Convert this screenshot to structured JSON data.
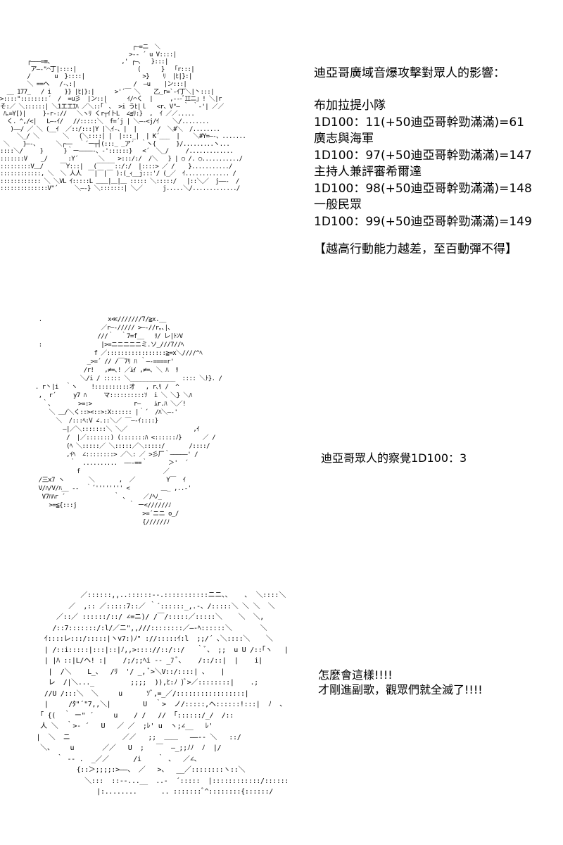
{
  "art": {
    "panel1": "                                       ┌―=ニ￣＼\n                                      >-- ´ u V::::|\n        ┌―――=≡、                    ,' ┌―､   }:::|\n         ア―-\"⌒丁|::::|                  (      }   ｢r:::|\n        /       u  }::::|                 >}    ﾘ  |ﾋ|}:|\n        ＼ ==ヘ   /-､:|                 /  ―u    |ン:::|\n  __ 177_   / i    }} |ﾋ|}:|      >'´￣ ＼    乙_r=`-ｲ丁＼|丶:::|\n>::::\"::::::::´  /  =u彡  |ン::|      ｲ/⌒く  |     ,---ﾞｴｴニ」! ＼|r\nそ:／ ＼::::::| ＼1エエｴﾊ ／＼::｢｀､  >i うﾋ|ｌ   <r、V\"― ｀ ｀-'| ／／\n ﾊ｡=Y[)|     }-r-://   ＼ヽﾘ くr┬ｲ卜L  ∠≦ﾘ:}  ,  ｲ ／／.....\n  く. ^,/<|   L―-ｲ/   //:::::＼  f=´j | ＼―-<j/ｲ    ＼/........\n   )――/ ／ ＼ (__ｲ  ／::/:::|Y |＼ｲ-、|  |      /  ＼#＼  /........\n     ＼_/ ＼       ＼   (＼::::| |  |:::_|  | K´___  |    ＼#Y=―-、.......\n ＼    }―-、     ＼┌――  ｀´ー┬┤(:::_ _ア´  ｀ヽ{      }/.........ヽ...\n::::＼/     }      }｀ー――――‐、-'::::::}   <´  ＼_/     /.............\n:::::::V    _/      :Y´      ＼    >:::/:/  /＼   } | ○ /. ○.........../\n:::::::::V＿/     ￣Y:::|   (￣￣￣::/:/  |::::> ／ /    }.........../\n::::::::::::, ＼  ＼ 人人  ￣|￣|￣ ):(_ｨ__j:::'/ (_／  ｲ............. /\n:::::::::::: ＼ ＼VL ｲ:::::L ＿＿|＿|＿ ::::: ＼:::::/   |::＼／  j――-  /\n::::::::::::::V\"´     ＼―-} ＼:::::::| ＼／      j.....＼/............./",
    "panel2": "   .                   x≪///////7/≧x.__\n                     ／r―-///// >―-//r｡､|､\n                    ///｀  ｀7=f__   ﾘ/ レ|ﾄﾝV\n   :                 |>=ニニニニニミ.ソ_///7//ﾍ\n                   f ／:::::::::::::::::≧=x＼////^ﾍ\n                 _>=´ // /￣7ﾘ ﾊ ｀―-====r'\n                /r!   ,≠=､! ／ﾑｲ ,≠=､ ＼ ﾊ  ﾘ\n               ＼/i / ::::: ＼_____________  :::: ＼ﾄ}. /\n  . r丶|i  ｀ヽ    !::::::::::オ   , r､ﾘ /  ^\n   ,  r´     y7 ﾊ     マ::::::::::ｿ  i ＼ ＼} ＼ﾊ\n    ｀、       >=:>            r―    ﾑr.ﾊ ＼／!\n      ＼ ＿/＼く::><::>:X:::::: |｀´  /ﾊ＼―-'\n        ＼  /:::ﾍ:V ∠.::＼／ ￣―-ｲ::::}\n          ―|／＼:::::::＼ ＼／                   ,ｲ\n           /  |／:::::::) (:::::::ﾊ <::::::ﾉ}      ／ /\n           (ﾍ ＼:::::／ ＼:::::／＼:::::/       /::::/\n           ,ｲﾍ  ∠::::::::> ／＼: ／ >彡厂｀―――――' /\n            ｀  ..........  ――‐==｀      ＞'  ´\n              f                        ／\n   /三x7 ヽ       ＼       ,  ／         Y￣  ｲ\n   V/ﾊ/V/ﾊ__ --  ｀´'''''''' <         ＿_ ,..-'\n    V7ﾊﾊr ´              ｀ ､     ／/ﾍﾉ_\n      >=≦{:::j               ｀ ー<//////ﾉ\n                                 >=´ニニ o_/\n                                 {//////ﾉ",
    "panel3": "             ／::::::,,..::::::--.:::::::::::ニニ､､    ､  ＼::::＼\n          ／  ,:: ／:::::7::／ ｀´::::::_,.-、/:::::＼ ＼ ＼  ＼\n       ／::／ ::::::/::/ ∠=ニ)/ /￣/:::::／:::::＼    ＼  ＼,\n      /::7:::::::/:l/／ニ\",,///::::::::／―-ﾍ::::::＼       ＼\n    ｲ::::レ:::/:::::|ヽv7:)ﾉ\" ://:::::ｲ:l  ;;/´ ､＼::::＼    ＼\n    | /::i:::::|:::|::|ﾉ,,>:::://::/::/   ｀ﾞ、 ;;  u U /::｢ヽ   |\n    | |ﾊ ::|L/ヘ! :|    /;/;;ﾍi -- _ﾌ ﾞ､    /::/::|  |    i|\n     |  /＼    L_、  /ﾘ  '/ _, ﾞ>＼V::/::::| 、   |\n     レ  /|＼..._         ;;;;  )),ﾋ:ﾉ )ﾞ>／::::::::|    .;\n    //U /:::＼  ＼     u      ｿﾞ,=_／/:::::::::::::::::|\n    |     /ﾀ\"´\"7,,＼|        U  ｀>  ノ/:::::,へ::::::!:::|  ﾉ  、\n   ｢ {(  ｀ ー\" ´     u    / /   //  ｢::::::/_/  /::\n   人 ＼  ｀>‐ ´   U   ／ ／  ;ﾚ' u  ヽ;∠__   ﾚ'\n  |  ＼  ニ             ／／   ;;  ＿＿   ――-- ＼   ::/\n   ＼、    u       ／／   U  ;   ￣  ―_;;ﾉﾉ  ﾉ  |/\n       ｀ -- .  _／／      /i    ｀ 、  ／∠、\n            {::＞;;;;:>――、 ／   >、  __／::::::::ヽ::＼\n              ＼:::  ::--...__  ..-  ´:::::  |::::::::::::/::::::::i::＼\n                 |:........      .. :::::::ﾞ^::::::::{::::::/"
  },
  "section1": {
    "title": "迪亞哥廣域音爆攻擊對眾人的影響：",
    "lines": [
      "布加拉提小隊",
      "1D100：11(+50迪亞哥幹勁滿滿)=61",
      "廣志與海軍",
      "1D100：97(+50迪亞哥幹勁滿滿)=147",
      "主持人兼評審希爾達",
      "1D100：98(+50迪亞哥幹勁滿滿)=148",
      "一般民眾",
      "1D100：99(+50迪亞哥幹勁滿滿)=149"
    ],
    "note": "【越高行動能力越差，至百動彈不得】"
  },
  "section2": {
    "line": "迪亞哥眾人的察覺1D100：3"
  },
  "section3": {
    "lines": [
      "怎麼會這樣!!!!",
      "才剛進副歌，觀眾們就全滅了!!!!"
    ]
  }
}
